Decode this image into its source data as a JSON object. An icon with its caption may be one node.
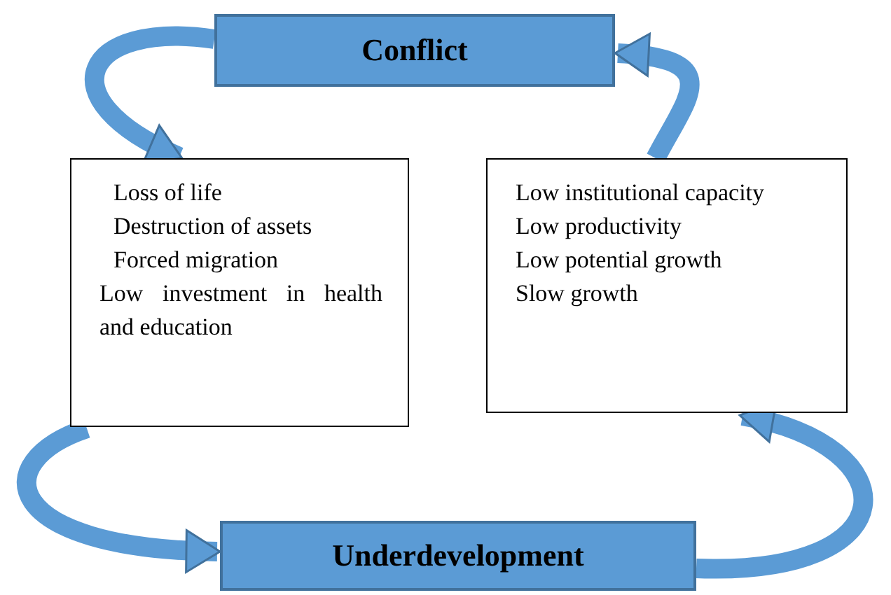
{
  "diagram": {
    "nodes": [
      {
        "text": [
          "Conflict"
        ]
      },
      {
        "text": [
          "Loss of life",
          "Destruction of assets",
          "Forced migration",
          "Low investment in health and education"
        ]
      },
      {
        "text": [
          "Low institutional capacity",
          "Low productivity",
          "Low potential growth",
          "Slow growth"
        ]
      },
      {
        "text": [
          "Underdevelopment"
        ]
      }
    ],
    "edges": [
      {
        "from": 0,
        "to": 1,
        "arrow": "to"
      },
      {
        "from": 2,
        "to": 0,
        "arrow": "to"
      },
      {
        "from": 1,
        "to": 3,
        "arrow": "to"
      },
      {
        "from": 3,
        "to": 2,
        "arrow": "to"
      }
    ]
  }
}
